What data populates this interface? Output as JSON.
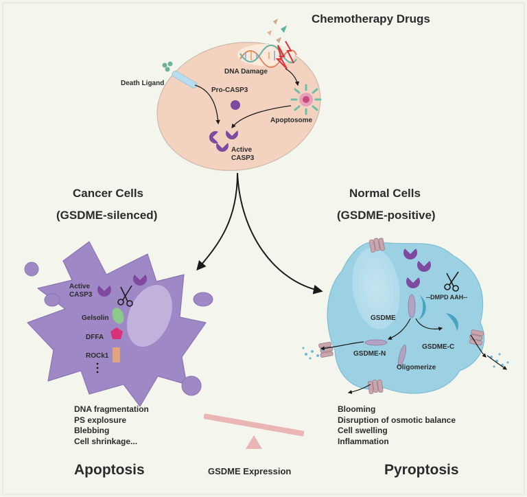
{
  "top": {
    "title": "Chemotherapy Drugs",
    "dna_damage": "DNA Damage",
    "death_ligand": "Death Ligand",
    "pro_casp3": "Pro-CASP3",
    "apoptosome": "Apoptosome",
    "active_casp3": "Active\nCASP3"
  },
  "cancer": {
    "heading": "Cancer Cells",
    "subheading": "(GSDME-silenced)",
    "active_casp3": "Active\nCASP3",
    "gelsolin": "Gelsolin",
    "dffa": "DFFA",
    "rock1": "ROCk1",
    "outcomes": [
      "DNA fragmentation",
      "PS explosure",
      "Blebbing",
      "Cell shrinkage..."
    ],
    "result": "Apoptosis"
  },
  "normal": {
    "heading": "Normal Cells",
    "subheading": "(GSDME-positive)",
    "cleavage_site": "--DMPD AAH--",
    "gsdme": "GSDME",
    "gsdme_n": "GSDME-N",
    "gsdme_c": "GSDME-C",
    "oligomerize": "Oligomerize",
    "outcomes": [
      "Blooming",
      "Disruption of osmotic balance",
      "Cell swelling",
      "Inflammation"
    ],
    "result": "Pyroptosis"
  },
  "balance": {
    "label": "GSDME Expression"
  },
  "colors": {
    "background": "#f4f6ee",
    "top_cell": "#f3d3c0",
    "cancer_cell": "#9f88c6",
    "normal_cell": "#9bd1e3",
    "casp3": "#7e4aa0",
    "gelsolin": "#8dc98b",
    "dffa": "#d8317a",
    "rock1": "#e0a57c",
    "seesaw": "#e9b5b5",
    "gsdme_fragment": "#b3a3c3",
    "pore": "#c9a5ae"
  },
  "icons": [
    "scissors-icon",
    "pacman-casp3-icon",
    "dna-helix-icon",
    "lightning-icon",
    "apoptosome-icon",
    "membrane-pore-icon"
  ]
}
